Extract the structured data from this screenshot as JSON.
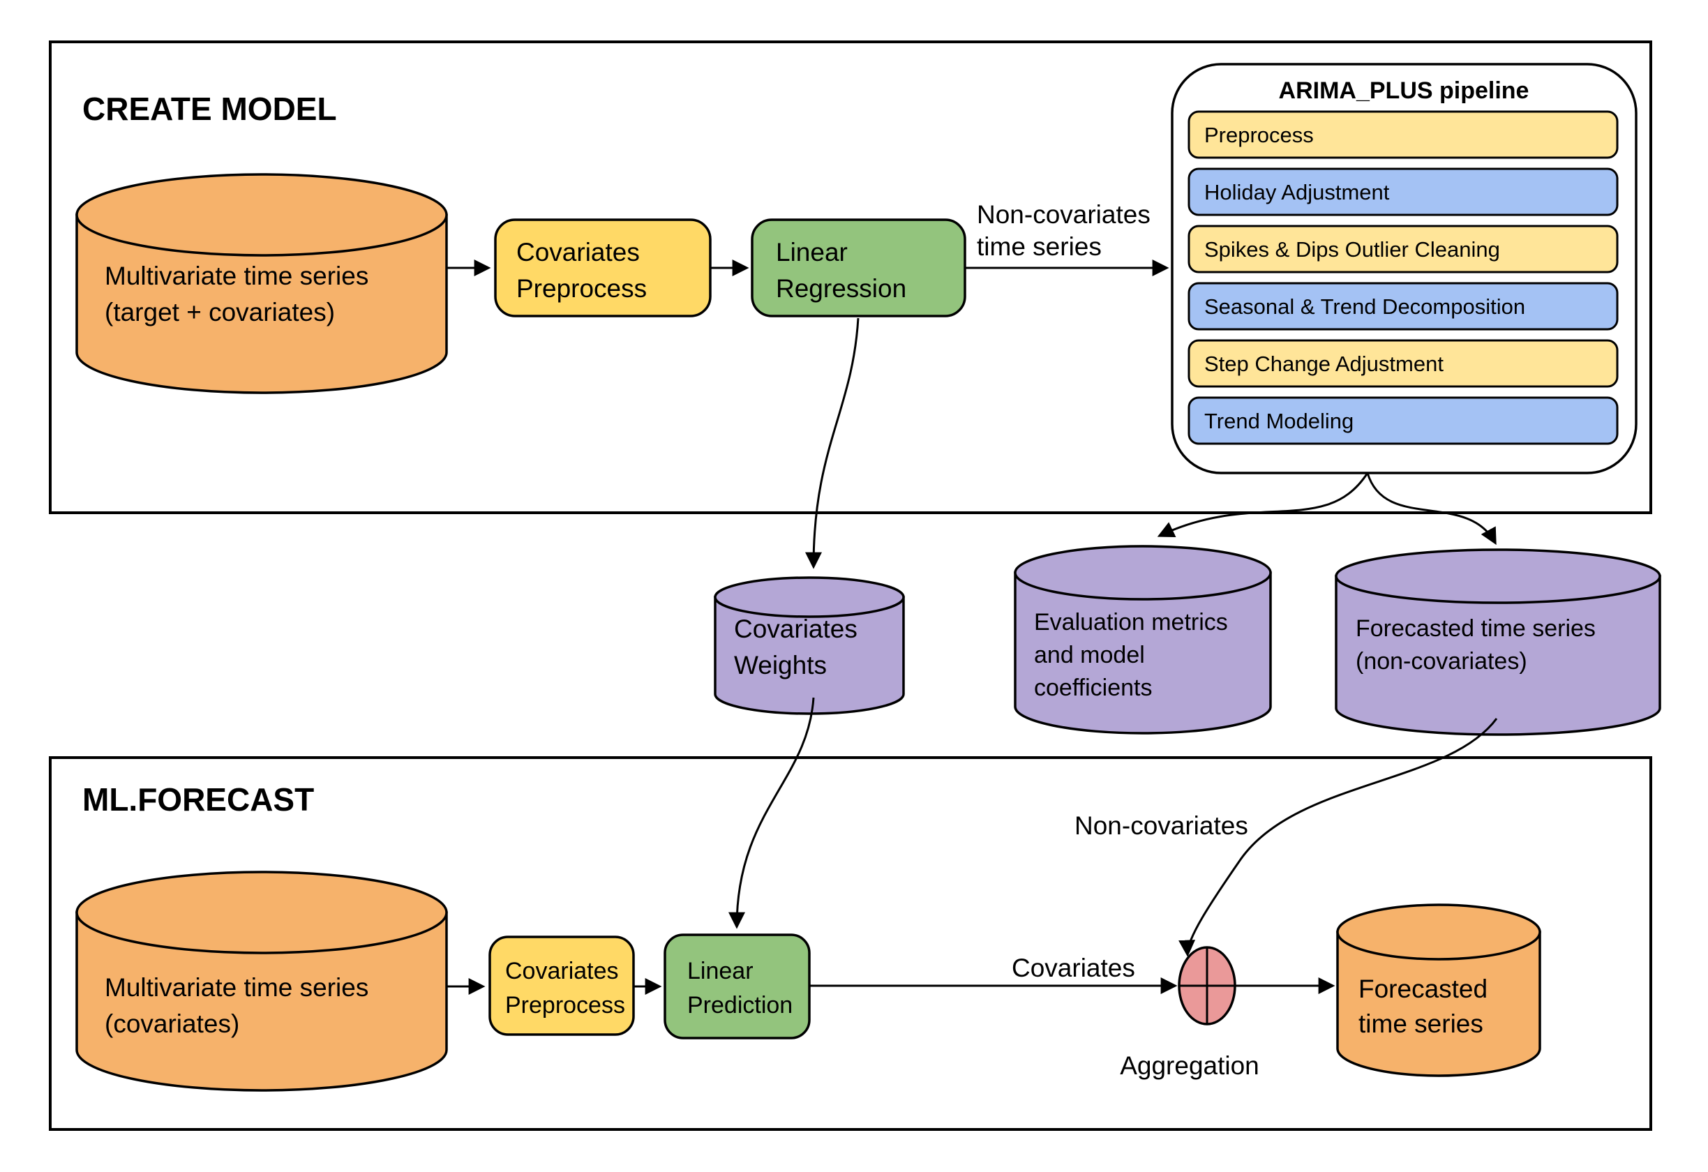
{
  "colors": {
    "orange": "#F6B26B",
    "yellow": "#FFD966",
    "light_yellow": "#FFE599",
    "green": "#93C47D",
    "blue": "#A4C2F4",
    "purple": "#B4A7D6",
    "pink": "#EA9999",
    "stroke": "#000000",
    "background": "#FFFFFF"
  },
  "create_model": {
    "title": "CREATE MODEL",
    "input_cylinder": {
      "lines": [
        "Multivariate time series",
        "(target + covariates)"
      ]
    },
    "covariates_preprocess": {
      "lines": [
        "Covariates",
        "Preprocess"
      ]
    },
    "linear_regression": {
      "lines": [
        "Linear",
        "Regression"
      ]
    },
    "non_covariates_label": {
      "lines": [
        "Non-covariates",
        "time series"
      ]
    },
    "pipeline": {
      "title": "ARIMA_PLUS pipeline",
      "steps": [
        {
          "label": "Preprocess",
          "color": "#FFE599"
        },
        {
          "label": "Holiday Adjustment",
          "color": "#A4C2F4"
        },
        {
          "label": "Spikes & Dips Outlier Cleaning",
          "color": "#FFE599"
        },
        {
          "label": "Seasonal & Trend Decomposition",
          "color": "#A4C2F4"
        },
        {
          "label": "Step Change Adjustment",
          "color": "#FFE599"
        },
        {
          "label": "Trend Modeling",
          "color": "#A4C2F4"
        }
      ]
    }
  },
  "outputs": {
    "covariates_weights": {
      "lines": [
        "Covariates",
        "Weights"
      ]
    },
    "evaluation_metrics": {
      "lines": [
        "Evaluation metrics",
        "and model",
        "coefficients"
      ]
    },
    "forecasted_non_covariates": {
      "lines": [
        "Forecasted time series",
        "(non-covariates)"
      ]
    }
  },
  "ml_forecast": {
    "title": "ML.FORECAST",
    "input_cylinder": {
      "lines": [
        "Multivariate time series",
        "(covariates)"
      ]
    },
    "covariates_preprocess": {
      "lines": [
        "Covariates",
        "Preprocess"
      ]
    },
    "linear_prediction": {
      "lines": [
        "Linear",
        "Prediction"
      ]
    },
    "covariates_label": "Covariates",
    "non_covariates_label": "Non-covariates",
    "aggregation_label": "Aggregation",
    "output_cylinder": {
      "lines": [
        "Forecasted",
        "time series"
      ]
    }
  }
}
